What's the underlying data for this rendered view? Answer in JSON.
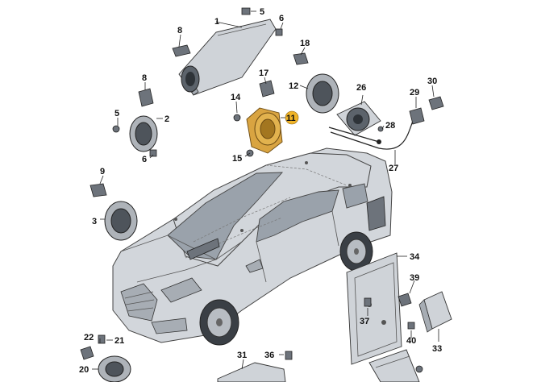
{
  "diagram": {
    "highlight_color": "#f0b428",
    "labels": [
      {
        "id": "1",
        "text": "1"
      },
      {
        "id": "2",
        "text": "2"
      },
      {
        "id": "3",
        "text": "3"
      },
      {
        "id": "5a",
        "text": "5"
      },
      {
        "id": "5b",
        "text": "5"
      },
      {
        "id": "6a",
        "text": "6"
      },
      {
        "id": "6b",
        "text": "6"
      },
      {
        "id": "8a",
        "text": "8"
      },
      {
        "id": "8b",
        "text": "8"
      },
      {
        "id": "9",
        "text": "9"
      },
      {
        "id": "11",
        "text": "11"
      },
      {
        "id": "12",
        "text": "12"
      },
      {
        "id": "14",
        "text": "14"
      },
      {
        "id": "15",
        "text": "15"
      },
      {
        "id": "17",
        "text": "17"
      },
      {
        "id": "18",
        "text": "18"
      },
      {
        "id": "20",
        "text": "20"
      },
      {
        "id": "21",
        "text": "21"
      },
      {
        "id": "22",
        "text": "22"
      },
      {
        "id": "26",
        "text": "26"
      },
      {
        "id": "27",
        "text": "27"
      },
      {
        "id": "28",
        "text": "28"
      },
      {
        "id": "29",
        "text": "29"
      },
      {
        "id": "30",
        "text": "30"
      },
      {
        "id": "31",
        "text": "31"
      },
      {
        "id": "33",
        "text": "33"
      },
      {
        "id": "34",
        "text": "34"
      },
      {
        "id": "36",
        "text": "36"
      },
      {
        "id": "37",
        "text": "37"
      },
      {
        "id": "39",
        "text": "39"
      },
      {
        "id": "40",
        "text": "40"
      }
    ]
  }
}
